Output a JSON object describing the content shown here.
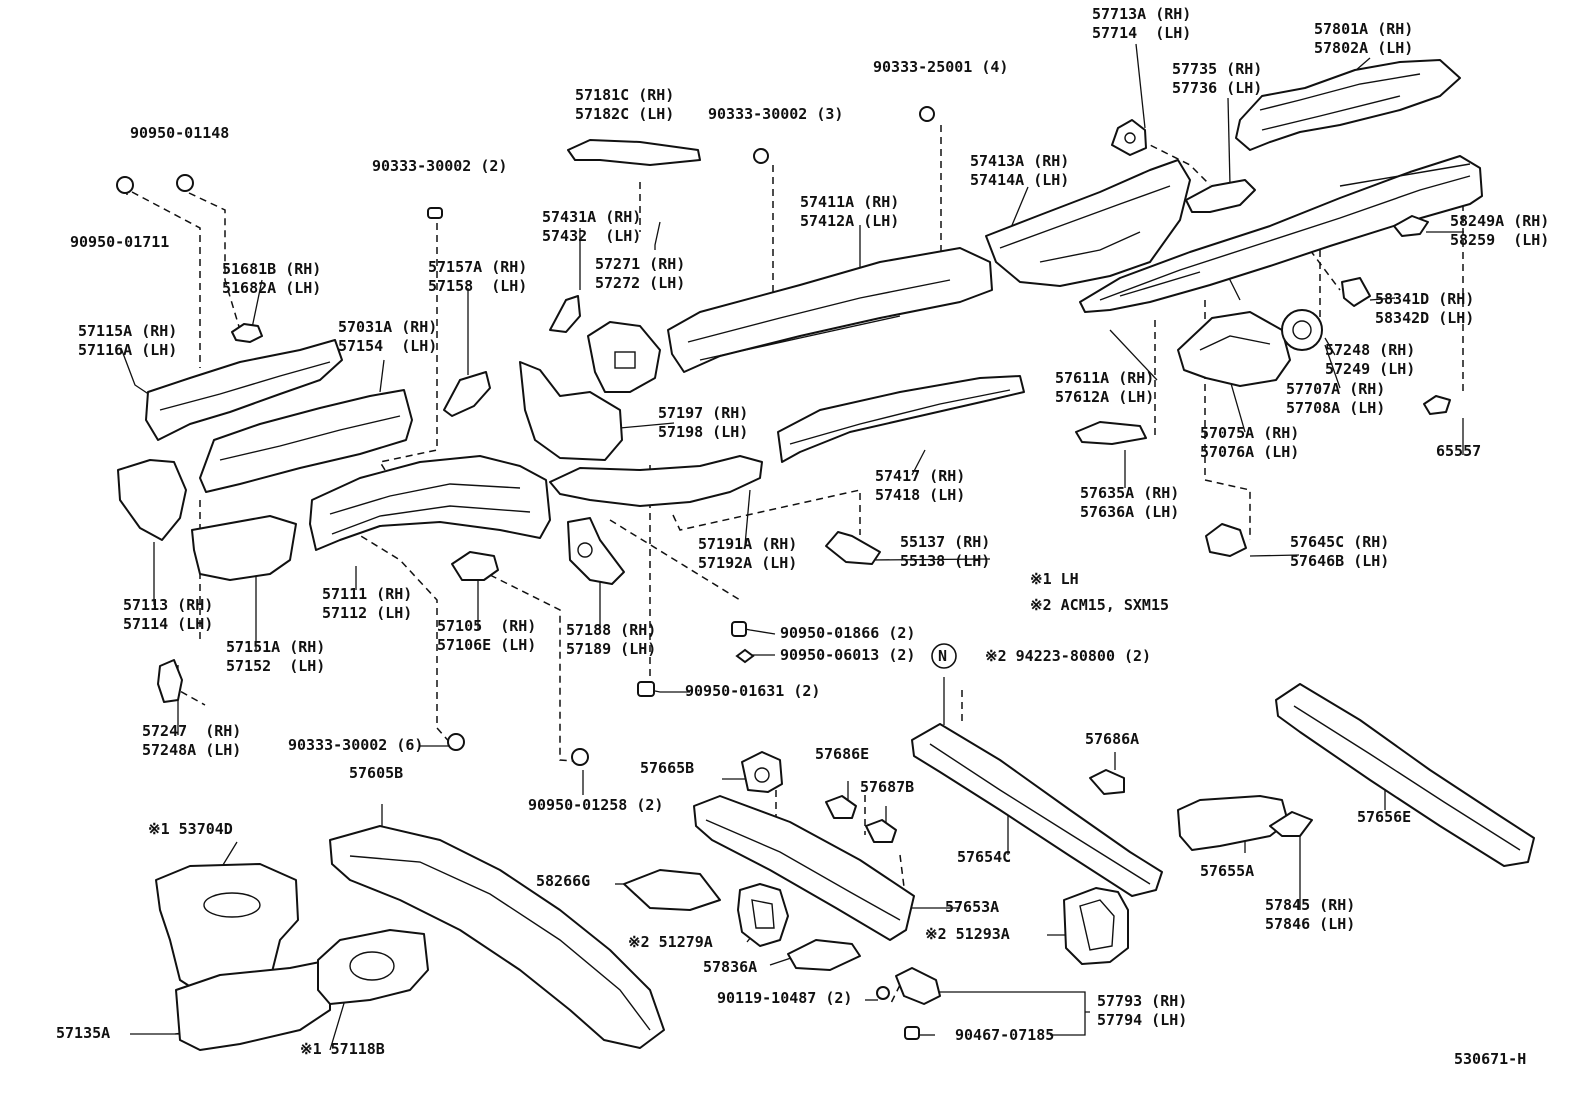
{
  "labels": [
    {
      "id": "l1",
      "lines": [
        "57713A (RH)",
        "57714  (LH)"
      ]
    },
    {
      "id": "l2",
      "lines": [
        "57801A (RH)",
        "57802A (LH)"
      ]
    },
    {
      "id": "l3",
      "lines": [
        "90333-25001 (4)"
      ]
    },
    {
      "id": "l4",
      "lines": [
        "57735 (RH)",
        "57736 (LH)"
      ]
    },
    {
      "id": "l5",
      "lines": [
        "57181C (RH)",
        "57182C (LH)"
      ]
    },
    {
      "id": "l6",
      "lines": [
        "90333-30002 (3)"
      ]
    },
    {
      "id": "l7",
      "lines": [
        "90950-01148"
      ]
    },
    {
      "id": "l8",
      "lines": [
        "90333-30002 (2)"
      ]
    },
    {
      "id": "l9",
      "lines": [
        "57413A (RH)",
        "57414A (LH)"
      ]
    },
    {
      "id": "l10",
      "lines": [
        "57411A (RH)",
        "57412A (LH)"
      ]
    },
    {
      "id": "l11",
      "lines": [
        "57431A (RH)",
        "57432  (LH)"
      ]
    },
    {
      "id": "l12",
      "lines": [
        "90950-01711"
      ]
    },
    {
      "id": "l13",
      "lines": [
        "58249A (RH)",
        "58259  (LH)"
      ]
    },
    {
      "id": "l14",
      "lines": [
        "51681B (RH)",
        "51682A (LH)"
      ]
    },
    {
      "id": "l15",
      "lines": [
        "57157A (RH)",
        "57158  (LH)"
      ]
    },
    {
      "id": "l16",
      "lines": [
        "57271 (RH)",
        "57272 (LH)"
      ]
    },
    {
      "id": "l17",
      "lines": [
        "58341D (RH)",
        "58342D (LH)"
      ]
    },
    {
      "id": "l18",
      "lines": [
        "57115A (RH)",
        "57116A (LH)"
      ]
    },
    {
      "id": "l19",
      "lines": [
        "57031A (RH)",
        "57154  (LH)"
      ]
    },
    {
      "id": "l20",
      "lines": [
        "57248 (RH)",
        "57249 (LH)"
      ]
    },
    {
      "id": "l21",
      "lines": [
        "57611A (RH)",
        "57612A (LH)"
      ]
    },
    {
      "id": "l22",
      "lines": [
        "57707A (RH)",
        "57708A (LH)"
      ]
    },
    {
      "id": "l23",
      "lines": [
        "57197 (RH)",
        "57198 (LH)"
      ]
    },
    {
      "id": "l24",
      "lines": [
        "57075A (RH)",
        "57076A (LH)"
      ]
    },
    {
      "id": "l25",
      "lines": [
        "65557"
      ]
    },
    {
      "id": "l26",
      "lines": [
        "57417 (RH)",
        "57418 (LH)"
      ]
    },
    {
      "id": "l27",
      "lines": [
        "57635A (RH)",
        "57636A (LH)"
      ]
    },
    {
      "id": "l28",
      "lines": [
        "57191A (RH)",
        "57192A (LH)"
      ]
    },
    {
      "id": "l29",
      "lines": [
        "55137 (RH)",
        "55138 (LH)"
      ]
    },
    {
      "id": "l30",
      "lines": [
        "57645C (RH)",
        "57646B (LH)"
      ]
    },
    {
      "id": "l31",
      "lines": [
        "※1 LH",
        "※2 ACM15, SXM15"
      ]
    },
    {
      "id": "l32",
      "lines": [
        "57113 (RH)",
        "57114 (LH)"
      ]
    },
    {
      "id": "l33",
      "lines": [
        "57111 (RH)",
        "57112 (LH)"
      ]
    },
    {
      "id": "l34",
      "lines": [
        "57151A (RH)",
        "57152  (LH)"
      ]
    },
    {
      "id": "l35",
      "lines": [
        "57105  (RH)",
        "57106E (LH)"
      ]
    },
    {
      "id": "l36",
      "lines": [
        "57188 (RH)",
        "57189 (LH)"
      ]
    },
    {
      "id": "l37",
      "lines": [
        "90950-01866 (2)"
      ]
    },
    {
      "id": "l38",
      "lines": [
        "90950-06013 (2)"
      ]
    },
    {
      "id": "l39",
      "lines": [
        "※2 94223-80800 (2)"
      ]
    },
    {
      "id": "l40",
      "lines": [
        "90950-01631 (2)"
      ]
    },
    {
      "id": "l41",
      "lines": [
        "57247  (RH)",
        "57248A (LH)"
      ]
    },
    {
      "id": "l42",
      "lines": [
        "90333-30002 (6)"
      ]
    },
    {
      "id": "l43",
      "lines": [
        "57686A"
      ]
    },
    {
      "id": "l44",
      "lines": [
        "57605B"
      ]
    },
    {
      "id": "l45",
      "lines": [
        "57665B"
      ]
    },
    {
      "id": "l46",
      "lines": [
        "57686E"
      ]
    },
    {
      "id": "l47",
      "lines": [
        "57687B"
      ]
    },
    {
      "id": "l48",
      "lines": [
        "90950-01258 (2)"
      ]
    },
    {
      "id": "l49",
      "lines": [
        "57656E"
      ]
    },
    {
      "id": "l50",
      "lines": [
        "※1 53704D"
      ]
    },
    {
      "id": "l51",
      "lines": [
        "58266G"
      ]
    },
    {
      "id": "l52",
      "lines": [
        "57654C"
      ]
    },
    {
      "id": "l53",
      "lines": [
        "57655A"
      ]
    },
    {
      "id": "l54",
      "lines": [
        "57653A"
      ]
    },
    {
      "id": "l55",
      "lines": [
        "※2 51279A"
      ]
    },
    {
      "id": "l56",
      "lines": [
        "※2 51293A"
      ]
    },
    {
      "id": "l57",
      "lines": [
        "57845 (RH)",
        "57846 (LH)"
      ]
    },
    {
      "id": "l58",
      "lines": [
        "57836A"
      ]
    },
    {
      "id": "l59",
      "lines": [
        "90119-10487 (2)"
      ]
    },
    {
      "id": "l60",
      "lines": [
        "57793 (RH)",
        "57794 (LH)"
      ]
    },
    {
      "id": "l61",
      "lines": [
        "57135A"
      ]
    },
    {
      "id": "l62",
      "lines": [
        "※1 57118B"
      ]
    },
    {
      "id": "l63",
      "lines": [
        "90467-07185"
      ]
    },
    {
      "id": "l64",
      "lines": [
        "530671-H"
      ]
    }
  ],
  "marker": "N"
}
